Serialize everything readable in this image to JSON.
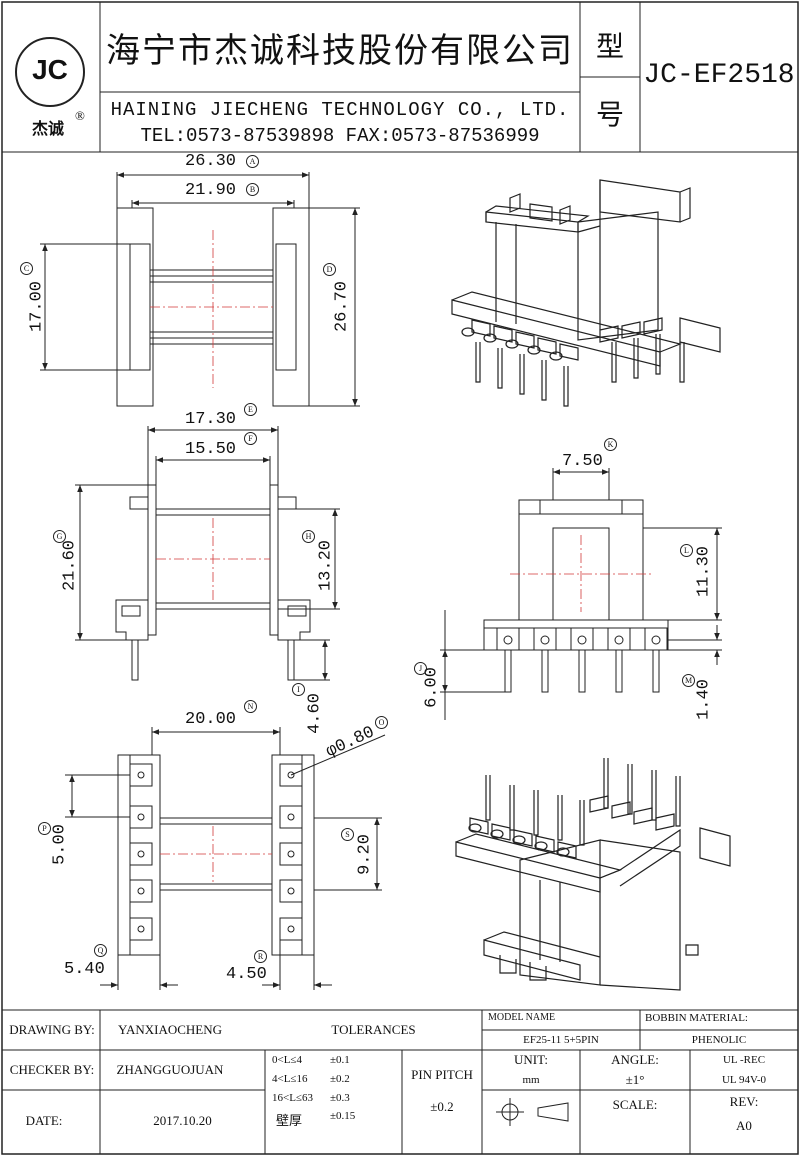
{
  "header": {
    "logo_text": "JC",
    "logo_sub": "杰诚",
    "registered_mark": "®",
    "company_cn": "海宁市杰诚科技股份有限公司",
    "company_en": "HAINING JIECHENG TECHNOLOGY CO., LTD.",
    "contact": "TEL:0573-87539898  FAX:0573-87536999",
    "model_label_1": "型",
    "model_label_2": "号",
    "model_number": "JC-EF2518"
  },
  "dimensions": {
    "A": {
      "value": "26.30",
      "tag": "A"
    },
    "B": {
      "value": "21.90",
      "tag": "B"
    },
    "C": {
      "value": "17.00",
      "tag": "C"
    },
    "D": {
      "value": "26.70",
      "tag": "D"
    },
    "E": {
      "value": "17.30",
      "tag": "E"
    },
    "F": {
      "value": "15.50",
      "tag": "F"
    },
    "G": {
      "value": "21.60",
      "tag": "G"
    },
    "H": {
      "value": "13.20",
      "tag": "H"
    },
    "I": {
      "value": "4.60",
      "tag": "I"
    },
    "J": {
      "value": "6.00",
      "tag": "J"
    },
    "K": {
      "value": "7.50",
      "tag": "K"
    },
    "L": {
      "value": "11.30",
      "tag": "L"
    },
    "M": {
      "value": "1.40",
      "tag": "M"
    },
    "N": {
      "value": "20.00",
      "tag": "N"
    },
    "O": {
      "value": "φ0.80",
      "tag": "O"
    },
    "P": {
      "value": "5.00",
      "tag": "P"
    },
    "Q": {
      "value": "5.40",
      "tag": "Q"
    },
    "R": {
      "value": "4.50",
      "tag": "R"
    },
    "S": {
      "value": "9.20",
      "tag": "S"
    }
  },
  "title_block": {
    "drawing_by_label": "DRAWING  BY:",
    "drawing_by": "YANXIAOCHENG",
    "checker_by_label": "CHECKER  BY:",
    "checker_by": "ZHANGGUOJUAN",
    "date_label": "DATE:",
    "date": "2017.10.20",
    "tolerances_label": "TOLERANCES",
    "tol_rows": [
      {
        "range": "0<L≤4",
        "value": "±0.1"
      },
      {
        "range": "4<L≤16",
        "value": "±0.2"
      },
      {
        "range": "16<L≤63",
        "value": "±0.3"
      },
      {
        "range": "壁厚",
        "value": "±0.15"
      }
    ],
    "pin_pitch_label": "PIN PITCH",
    "pin_pitch_value": "±0.2",
    "model_name_label": "MODEL NAME",
    "model_name": "EF25-11   5+5PIN",
    "bobbin_material_label": "BOBBIN MATERIAL:",
    "bobbin_material": "PHENOLIC",
    "unit_label": "UNIT:",
    "unit": "mm",
    "angle_label": "ANGLE:",
    "angle": "±1°",
    "ul_1": "UL -REC",
    "ul_2": "UL  94V-0",
    "scale_label": "SCALE:",
    "rev_label": "REV:",
    "rev": "A0"
  },
  "colors": {
    "line": "#222222",
    "center_line": "#d23a3a"
  }
}
